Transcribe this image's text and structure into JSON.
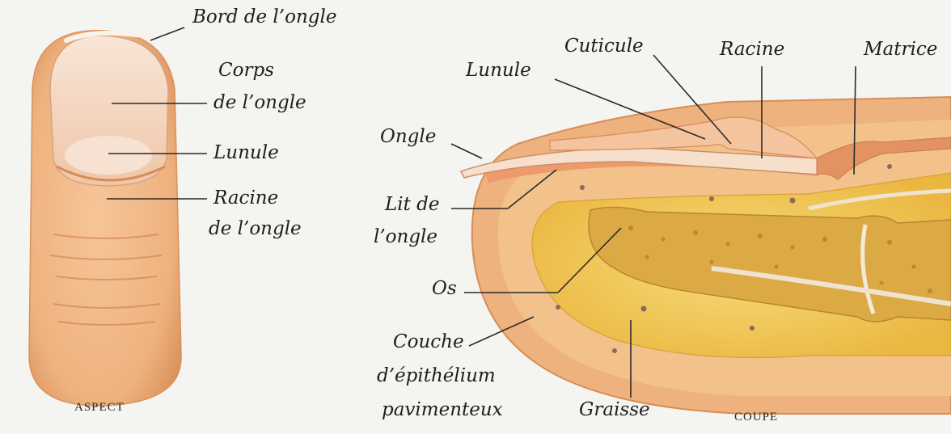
{
  "left_panel": {
    "caption": "ASPECT",
    "labels": {
      "bord": "Bord de l’ongle",
      "corps_1": "Corps",
      "corps_2": "de l’ongle",
      "lunule": "Lunule",
      "racine_1": "Racine",
      "racine_2": "de l’ongle"
    }
  },
  "right_panel": {
    "caption": "COUPE",
    "labels": {
      "cuticule": "Cuticule",
      "racine": "Racine",
      "matrice": "Matrice",
      "lunule": "Lunule",
      "ongle": "Ongle",
      "lit_1": "Lit de",
      "lit_2": "l’ongle",
      "os": "Os",
      "couche_1": "Couche",
      "couche_2": "d’épithélium",
      "couche_3": "pavimenteux",
      "graisse": "Graisse"
    }
  },
  "colors": {
    "skin": "#eeb27e",
    "skin_dark": "#de8a54",
    "nail": "#f3d4bd",
    "fat": "#f2cb56",
    "bone": "#d9a63a",
    "leader": "#2a2a2a"
  }
}
